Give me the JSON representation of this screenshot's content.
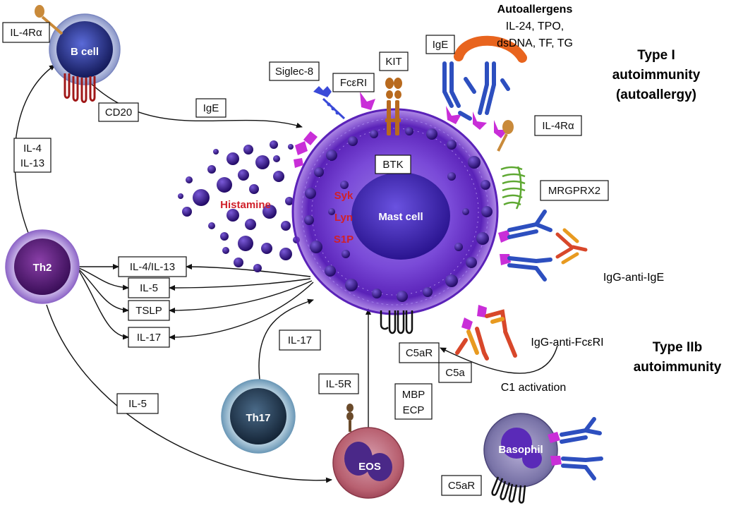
{
  "cells": {
    "b_cell": "B cell",
    "th2": "Th2",
    "th17": "Th17",
    "mast_cell": "Mast cell",
    "eos": "EOS",
    "basophil": "Basophil"
  },
  "receptors": {
    "il4ra_b": "IL-4Rα",
    "cd20": "CD20",
    "siglec8": "Siglec-8",
    "fcer1": "FcεRI",
    "kit": "KIT",
    "ige_top": "IgE",
    "il4ra_mast": "IL-4Rα",
    "mrgprx2": "MRGPRX2",
    "btk": "BTK",
    "c5ar_mast": "C5aR",
    "il5r": "IL-5R",
    "c5ar_baso": "C5aR"
  },
  "signals": {
    "ige_arrow": "IgE",
    "il4_il13_vertical": [
      "IL-4",
      "IL-13"
    ],
    "il4_il13": "IL-4/IL-13",
    "il5": "IL-5",
    "tslp": "TSLP",
    "il17": "IL-17",
    "il17_th17": "IL-17",
    "il5_eos": "IL-5",
    "mbp_ecp": [
      "MBP",
      "ECP"
    ],
    "c5a": "C5a",
    "c1_activation": "C1 activation"
  },
  "intracellular": {
    "syk": "Syk",
    "lyn": "Lyn",
    "s1p": "S1P",
    "histamine": "Histamine"
  },
  "autoantibodies": {
    "autoallergens_title": "Autoallergens",
    "autoallergens_list": [
      "IL-24, TPO,",
      "dsDNA, TF, TG"
    ],
    "igg_anti_ige": "IgG-anti-IgE",
    "igg_anti_fcer1": "IgG-anti-FcεRI"
  },
  "headings": {
    "type1": [
      "Type I",
      "autoimmunity",
      "(autoallergy)"
    ],
    "type2b": [
      "Type IIb",
      "autoimmunity"
    ]
  },
  "colors": {
    "mast_purple": "#6a2fc4",
    "nucleus": "#3a1aa0",
    "granule": "#3b1c8c",
    "fcer1_magenta": "#c92ed8",
    "ige_blue": "#2d4fbf",
    "igg_red": "#d8472a",
    "igg_orange": "#e89a20",
    "kit_brown": "#b86a1e",
    "mrgprx2_green": "#5ea832",
    "label_red": "#d0202a"
  }
}
